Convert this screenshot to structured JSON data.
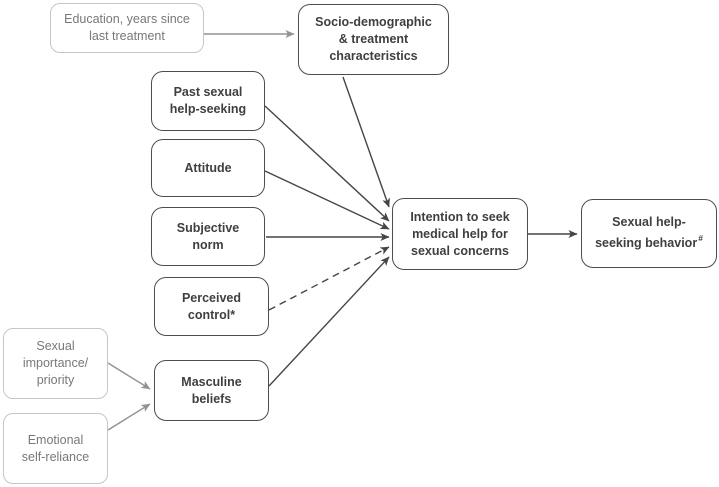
{
  "figure": {
    "type": "path-model-diagram",
    "background": "#ffffff"
  },
  "colors": {
    "dark_box_border": "#4d4d4d",
    "dark_box_text": "#3f3f3f",
    "light_box_border": "#c6c6c6",
    "light_box_text": "#787878",
    "dark_arrow": "#454545",
    "gray_arrow": "#929292"
  },
  "nodes": {
    "education": {
      "label": "Education, years since\nlast treatment",
      "style": "light"
    },
    "sociodemographic": {
      "label": "Socio-demographic\n& treatment\ncharacteristics",
      "style": "dark"
    },
    "past_help_seeking": {
      "label": "Past sexual\nhelp-seeking",
      "style": "dark"
    },
    "attitude": {
      "label": "Attitude",
      "style": "dark"
    },
    "subjective_norm": {
      "label": "Subjective\nnorm",
      "style": "dark"
    },
    "perceived_control": {
      "label": "Perceived\ncontrol*",
      "style": "dark"
    },
    "masculine_beliefs": {
      "label": "Masculine\nbeliefs",
      "style": "dark"
    },
    "sexual_importance": {
      "label": "Sexual\nimportance/\npriority",
      "style": "light"
    },
    "emotional_self_reliance": {
      "label": "Emotional\nself-reliance",
      "style": "light"
    },
    "intention": {
      "label": "Intention to seek\nmedical help for\nsexual concerns",
      "style": "dark"
    },
    "behavior": {
      "label": "Sexual help-\nseeking behavior",
      "footnote_mark": "#",
      "style": "dark"
    }
  },
  "edges": [
    {
      "from": "education",
      "to": "sociodemographic",
      "line": "solid",
      "color": "gray"
    },
    {
      "from": "sociodemographic",
      "to": "intention",
      "line": "solid",
      "color": "dark"
    },
    {
      "from": "past_help_seeking",
      "to": "intention",
      "line": "solid",
      "color": "dark"
    },
    {
      "from": "attitude",
      "to": "intention",
      "line": "solid",
      "color": "dark"
    },
    {
      "from": "subjective_norm",
      "to": "intention",
      "line": "solid",
      "color": "dark"
    },
    {
      "from": "perceived_control",
      "to": "intention",
      "line": "dashed",
      "color": "dark"
    },
    {
      "from": "masculine_beliefs",
      "to": "intention",
      "line": "solid",
      "color": "dark"
    },
    {
      "from": "intention",
      "to": "behavior",
      "line": "solid",
      "color": "dark"
    },
    {
      "from": "sexual_importance",
      "to": "masculine_beliefs",
      "line": "solid",
      "color": "gray"
    },
    {
      "from": "emotional_self_reliance",
      "to": "masculine_beliefs",
      "line": "solid",
      "color": "gray"
    }
  ]
}
